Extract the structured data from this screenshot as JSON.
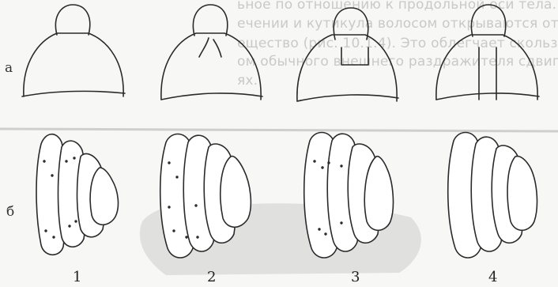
{
  "background_text": {
    "line1": "ьное по отношению к продольной оси тела.",
    "line2": "ечении и кутикула волосом открываются отве",
    "line3": "ещество (рис. 10.1.4). Это облегчает скольз",
    "line4": "ом обычного внешнего раздражителя сдвиг м",
    "line5": "ях."
  },
  "row_labels": {
    "top": "а",
    "bottom": "б"
  },
  "figure_numbers": [
    "1",
    "2",
    "3",
    "4"
  ],
  "colors": {
    "ink": "#2a2a2a",
    "paper": "#f7f7f5",
    "faded_text": "#c9c9c9",
    "stain": "#d9d9d6"
  }
}
